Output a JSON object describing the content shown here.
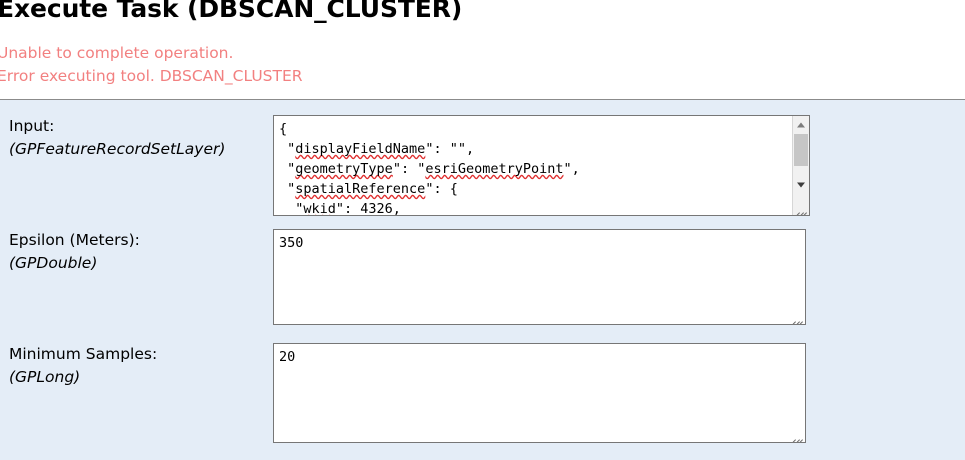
{
  "page": {
    "title": "Execute Task (DBSCAN_CLUSTER)",
    "background_color": "#e4edf7",
    "header_background_color": "#ffffff"
  },
  "error": {
    "color": "#f28080",
    "lines": [
      "Unable to complete operation.",
      "Error executing tool. DBSCAN_CLUSTER"
    ]
  },
  "form": {
    "parameters": [
      {
        "label": "Input:",
        "type": "(GPFeatureRecordSetLayer)",
        "type_name": "GPFeatureRecordSetLayer",
        "value": "{\n \"displayFieldName\": \"\",\n \"geometryType\": \"esriGeometryPoint\",\n \"spatialReference\": {\n  \"wkid\": 4326,",
        "value_lines": [
          "{",
          " \"displayFieldName\": \"\",",
          " \"geometryType\": \"esriGeometryPoint\",",
          " \"spatialReference\": {",
          "  \"wkid\": 4326,"
        ],
        "has_scrollbar": true,
        "misspelled_words": [
          "displayFieldName",
          "geometryType",
          "esriGeometryPoint",
          "spatialReference",
          "wkid"
        ]
      },
      {
        "label": "Epsilon (Meters):",
        "type": "(GPDouble)",
        "type_name": "GPDouble",
        "value": "350",
        "has_scrollbar": false
      },
      {
        "label": "Minimum Samples:",
        "type": "(GPLong)",
        "type_name": "GPLong",
        "value": "20",
        "has_scrollbar": false
      }
    ]
  },
  "scrollbar": {
    "up_arrow": "scroll-up-arrow",
    "down_arrow": "scroll-down-arrow",
    "thumb": "scroll-thumb"
  }
}
